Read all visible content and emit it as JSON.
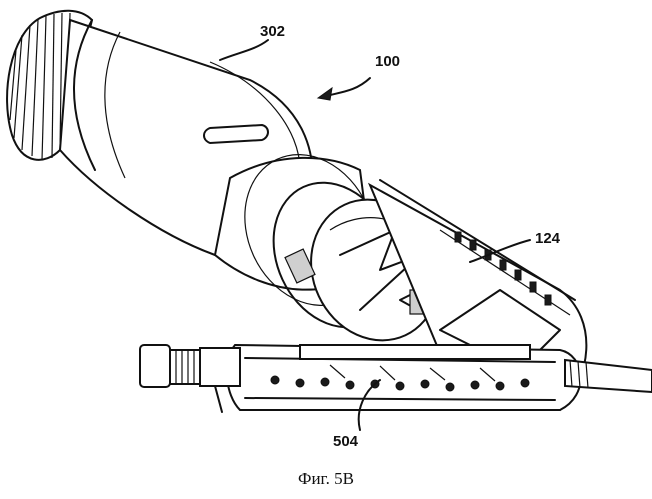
{
  "figure": {
    "labels": {
      "ref_302": "302",
      "ref_100": "100",
      "ref_124": "124",
      "ref_504": "504"
    },
    "caption": "Фиг. 5B"
  }
}
